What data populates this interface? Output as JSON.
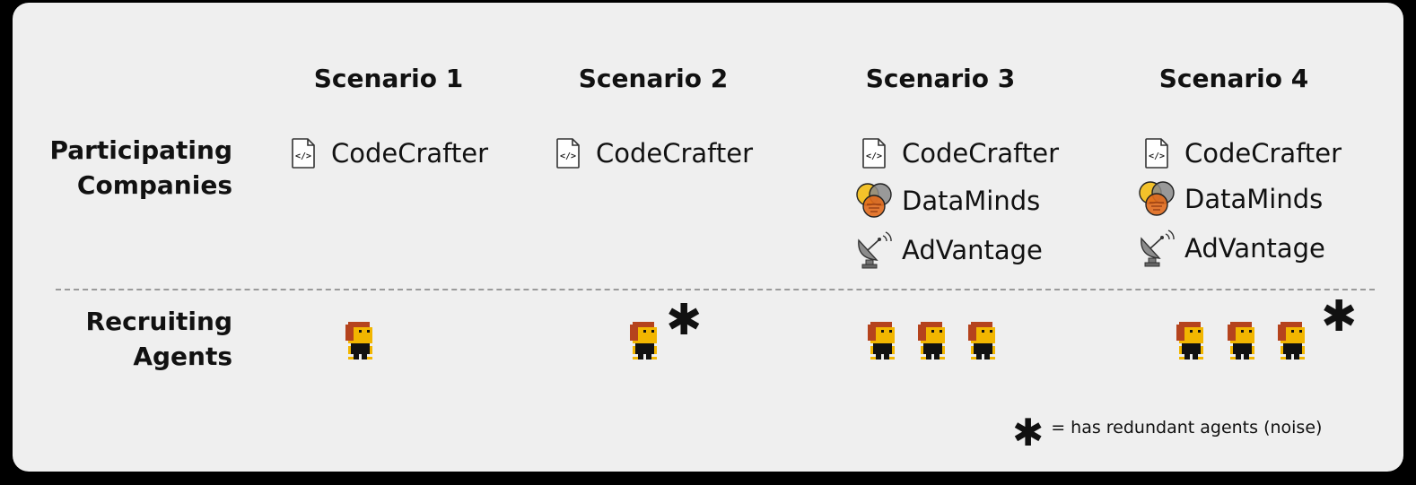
{
  "scenarios": [
    {
      "title": "Scenario 1",
      "companies": [
        "CodeCrafter"
      ],
      "agent_count": 1,
      "redundant": false
    },
    {
      "title": "Scenario 2",
      "companies": [
        "CodeCrafter"
      ],
      "agent_count": 1,
      "redundant": true
    },
    {
      "title": "Scenario 3",
      "companies": [
        "CodeCrafter",
        "DataMinds",
        "AdVantage"
      ],
      "agent_count": 3,
      "redundant": false
    },
    {
      "title": "Scenario 4",
      "companies": [
        "CodeCrafter",
        "DataMinds",
        "AdVantage"
      ],
      "agent_count": 3,
      "redundant": true
    }
  ],
  "rows": {
    "companies_label": [
      "Participating",
      "Companies"
    ],
    "agents_label": [
      "Recruiting",
      "Agents"
    ]
  },
  "legend": {
    "symbol": "*",
    "text": "= has redundant agents (noise)"
  },
  "icons": {
    "CodeCrafter": "code-file-icon",
    "DataMinds": "venn-diagram-icon",
    "AdVantage": "satellite-dish-icon",
    "agent": "pixel-agent-icon"
  },
  "colors": {
    "background": "#efefef",
    "agent_hair": "#b5431d",
    "agent_face": "#f2b600",
    "datamind_orange": "#e06a1c",
    "datamind_yellow": "#f3c22a"
  }
}
